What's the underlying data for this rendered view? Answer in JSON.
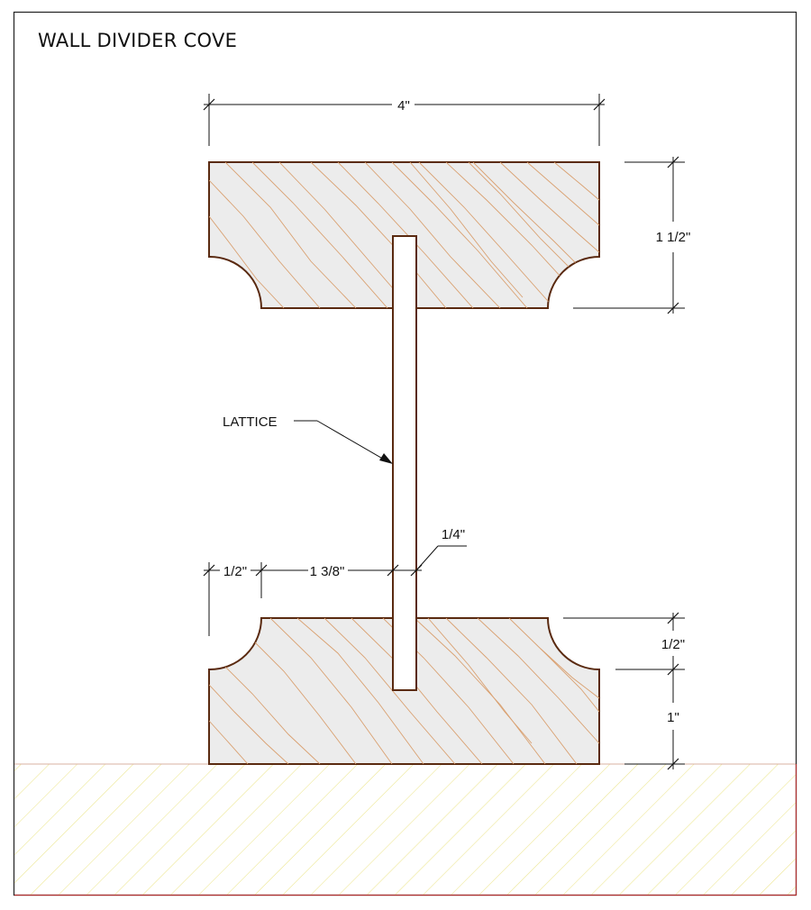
{
  "title": "WALL DIVIDER COVE",
  "dimensions": {
    "overall_width": "4\"",
    "top_block_height": "1 1/2\"",
    "cove_offset": "1/2\"",
    "lattice_offset": "1 3/8\"",
    "lattice_thickness": "1/4\"",
    "bottom_cove_height": "1/2\"",
    "bottom_block_height": "1\""
  },
  "annotations": {
    "lattice_label": "LATTICE"
  },
  "colors": {
    "wood_fill": "#ececec",
    "wood_outline": "#5a2a10",
    "wood_grain": "#d9a070",
    "floor_hatch": "#e6e08a",
    "frame": "#222222",
    "floor_border": "#b03030"
  }
}
